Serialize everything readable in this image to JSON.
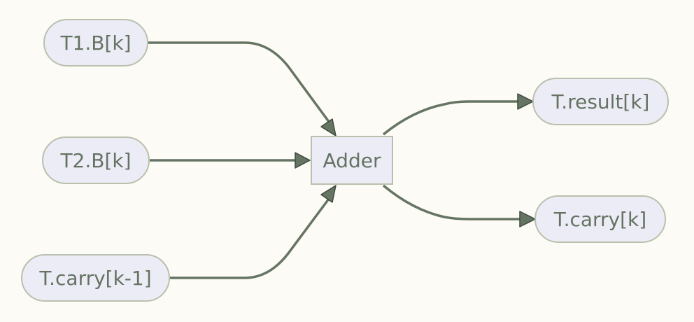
{
  "diagram": {
    "inputs": {
      "t1": "T1.B[k]",
      "t2": "T2.B[k]",
      "carry_in": "T.carry[k-1]"
    },
    "processor": "Adder",
    "outputs": {
      "result": "T.result[k]",
      "carry_out": "T.carry[k]"
    }
  },
  "colors": {
    "background": "#fdfbf6",
    "node_fill": "#ececf6",
    "node_border": "#b9c0ad",
    "text": "#657362",
    "edge": "#667563"
  }
}
